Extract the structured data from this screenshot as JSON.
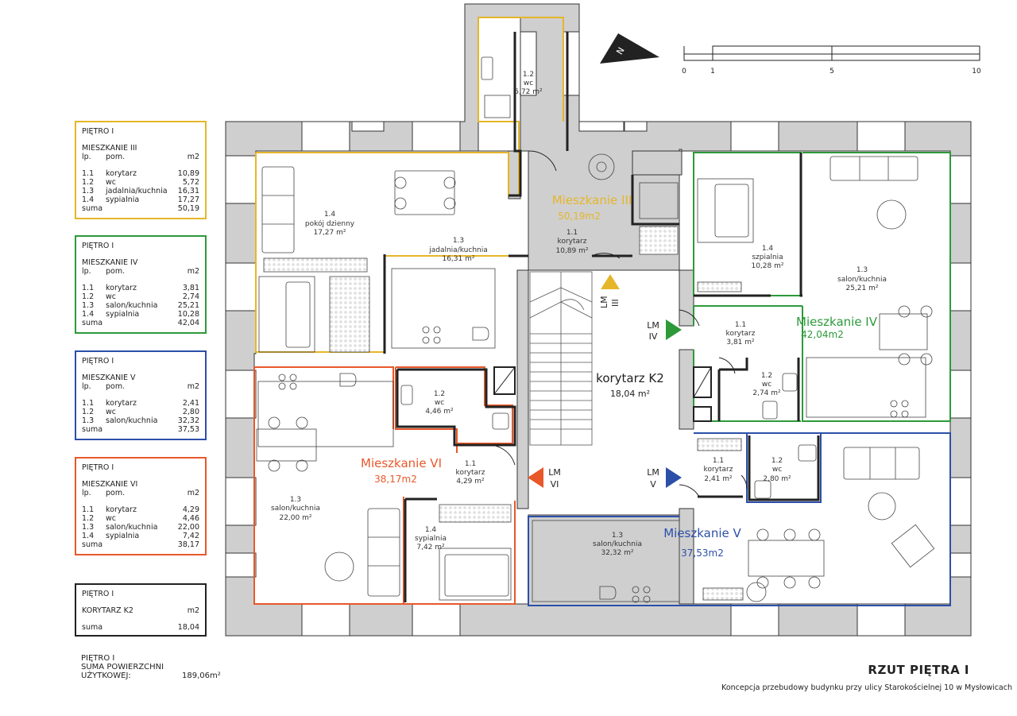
{
  "legends": [
    {
      "id": "iii",
      "color": "#e6b62a",
      "floor": "PIĘTRO I",
      "apartment": "MIESZKANIE III",
      "head": {
        "lp": "lp.",
        "pom": "pom.",
        "unit": "m2"
      },
      "rows": [
        {
          "lp": "1.1",
          "name": "korytarz",
          "area": "10,89"
        },
        {
          "lp": "1.2",
          "name": "wc",
          "area": "5,72"
        },
        {
          "lp": "1.3",
          "name": "jadalnia/kuchnia",
          "area": "16,31"
        },
        {
          "lp": "1.4",
          "name": "sypialnia",
          "area": "17,27"
        }
      ],
      "sum_label": "suma",
      "sum": "50,19"
    },
    {
      "id": "iv",
      "color": "#2d9a3a",
      "floor": "PIĘTRO I",
      "apartment": "MIESZKANIE IV",
      "head": {
        "lp": "lp.",
        "pom": "pom.",
        "unit": "m2"
      },
      "rows": [
        {
          "lp": "1.1",
          "name": "korytarz",
          "area": "3,81"
        },
        {
          "lp": "1.2",
          "name": "wc",
          "area": "2,74"
        },
        {
          "lp": "1.3",
          "name": "salon/kuchnia",
          "area": "25,21"
        },
        {
          "lp": "1.4",
          "name": "sypialnia",
          "area": "10,28"
        }
      ],
      "sum_label": "suma",
      "sum": "42,04"
    },
    {
      "id": "v",
      "color": "#2c4fa8",
      "floor": "PIĘTRO I",
      "apartment": "MIESZKANIE V",
      "head": {
        "lp": "lp.",
        "pom": "pom.",
        "unit": "m2"
      },
      "rows": [
        {
          "lp": "1.1",
          "name": "korytarz",
          "area": "2,41"
        },
        {
          "lp": "1.2",
          "name": "wc",
          "area": "2,80"
        },
        {
          "lp": "1.3",
          "name": "salon/kuchnia",
          "area": "32,32"
        }
      ],
      "sum_label": "suma",
      "sum": "37,53"
    },
    {
      "id": "vi",
      "color": "#e8582a",
      "floor": "PIĘTRO I",
      "apartment": "MIESZKANIE VI",
      "head": {
        "lp": "lp.",
        "pom": "pom.",
        "unit": "m2"
      },
      "rows": [
        {
          "lp": "1.1",
          "name": "korytarz",
          "area": "4,29"
        },
        {
          "lp": "1.2",
          "name": "wc",
          "area": "4,46"
        },
        {
          "lp": "1.3",
          "name": "salon/kuchnia",
          "area": "22,00"
        },
        {
          "lp": "1.4",
          "name": "sypialnia",
          "area": "7,42"
        }
      ],
      "sum_label": "suma",
      "sum": "38,17"
    }
  ],
  "corridor_legend": {
    "floor": "PIĘTRO I",
    "name": "KORYTARZ K2",
    "unit": "m2",
    "sum_label": "suma",
    "sum": "18,04",
    "color": "#222222"
  },
  "total": {
    "line1": "PIĘTRO I",
    "line2": "SUMA POWIERZCHNI",
    "line3": "UŻYTKOWEJ:",
    "value": "189,06m²"
  },
  "title": {
    "main": "RZUT PIĘTRA I",
    "sub": "Koncepcja przebudowy budynku przy ulicy Starokościelnej 10 w Mysłowicach"
  },
  "scale_bar": {
    "labels": [
      "0",
      "1",
      "5",
      "10"
    ]
  },
  "north_arrow": {
    "label": "N"
  },
  "apartment_labels": {
    "iii": {
      "name": "Mieszkanie III",
      "area": "50,19m2"
    },
    "iv": {
      "name": "Mieszkanie IV",
      "area": "42,04m2"
    },
    "v": {
      "name": "Mieszkanie V",
      "area": "37,53m2"
    },
    "vi": {
      "name": "Mieszkanie VI",
      "area": "38,17m2"
    }
  },
  "rooms": {
    "iii_wc": {
      "num": "1.2",
      "name": "wc",
      "area": "5,72 m²"
    },
    "iii_pokoj": {
      "num": "1.4",
      "name": "pokój dzienny",
      "area": "17,27 m²"
    },
    "iii_jadalnia": {
      "num": "1.3",
      "name": "jadalnia/kuchnia",
      "area": "16,31 m²"
    },
    "iii_korytarz": {
      "num": "1.1",
      "name": "korytarz",
      "area": "10,89 m²"
    },
    "iv_szpialnia": {
      "num": "1.4",
      "name": "szpialnia",
      "area": "10,28 m²"
    },
    "iv_salon": {
      "num": "1.3",
      "name": "salon/kuchnia",
      "area": "25,21 m²"
    },
    "iv_korytarz": {
      "num": "1.1",
      "name": "korytarz",
      "area": "3,81 m²"
    },
    "iv_wc": {
      "num": "1.2",
      "name": "wc",
      "area": "2,74 m²"
    },
    "vi_wc": {
      "num": "1.2",
      "name": "wc",
      "area": "4,46 m²"
    },
    "vi_korytarz": {
      "num": "1.1",
      "name": "korytarz",
      "area": "4,29 m²"
    },
    "vi_salon": {
      "num": "1.3",
      "name": "salon/kuchnia",
      "area": "22,00 m²"
    },
    "vi_sypialnia": {
      "num": "1.4",
      "name": "sypialnia",
      "area": "7,42 m²"
    },
    "v_korytarz": {
      "num": "1.1",
      "name": "korytarz",
      "area": "2,41 m²"
    },
    "v_wc": {
      "num": "1.2",
      "name": "wc",
      "area": "2,80 m²"
    },
    "v_salon": {
      "num": "1.3",
      "name": "salon/kuchnia",
      "area": "32,32 m²"
    }
  },
  "corridor_k2": {
    "name": "korytarz K2",
    "area": "18,04 m²"
  },
  "markers": {
    "iii": {
      "lm": "LM",
      "num": "III",
      "color": "#e6b62a"
    },
    "iv": {
      "lm": "LM",
      "num": "IV",
      "color": "#2d9a3a"
    },
    "v": {
      "lm": "LM",
      "num": "V",
      "color": "#2c4fa8"
    },
    "vi": {
      "lm": "LM",
      "num": "VI",
      "color": "#e8582a"
    }
  }
}
